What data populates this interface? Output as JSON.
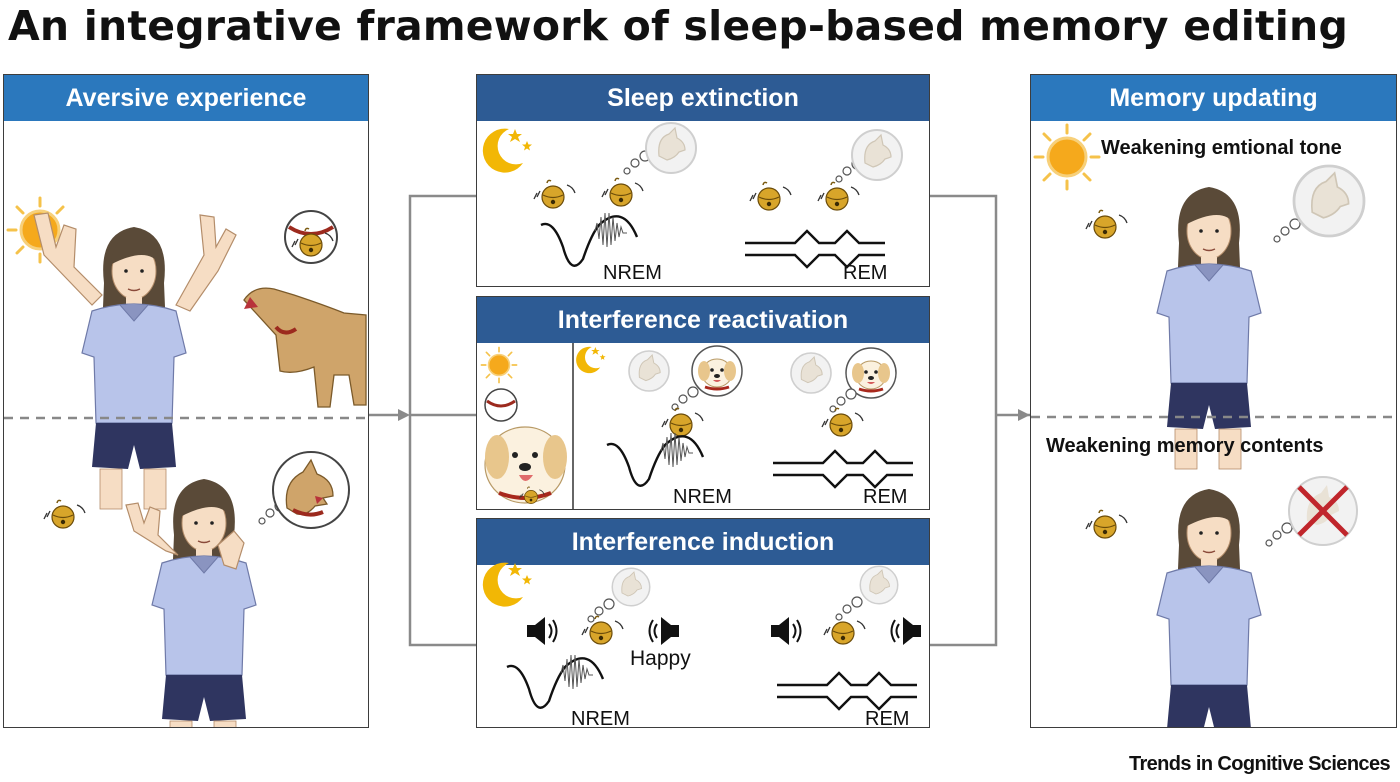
{
  "title": "An integrative framework of sleep-based memory editing",
  "left_panel": {
    "header": "Aversive experience"
  },
  "middle": {
    "sleep_extinction": {
      "header": "Sleep extinction",
      "nrem": "NREM",
      "rem": "REM"
    },
    "interference_reactivation": {
      "header": "Interference reactivation",
      "nrem": "NREM",
      "rem": "REM"
    },
    "interference_induction": {
      "header": "Interference induction",
      "happy": "Happy",
      "nrem": "NREM",
      "rem": "REM"
    }
  },
  "right_panel": {
    "header": "Memory updating",
    "emotional_label": "Weakening emtional tone",
    "contents_label": "Weakening memory contents"
  },
  "footer": "Trends in Cognitive Sciences",
  "colors": {
    "header_light": "#2b78bd",
    "header_dark": "#2d5b94",
    "sun": "#f5a91c",
    "moon": "#f2b705",
    "cross": "#c0262c",
    "collar": "#9c2a1e",
    "shirt": "#b8c4ea",
    "shorts": "#2f3560"
  }
}
